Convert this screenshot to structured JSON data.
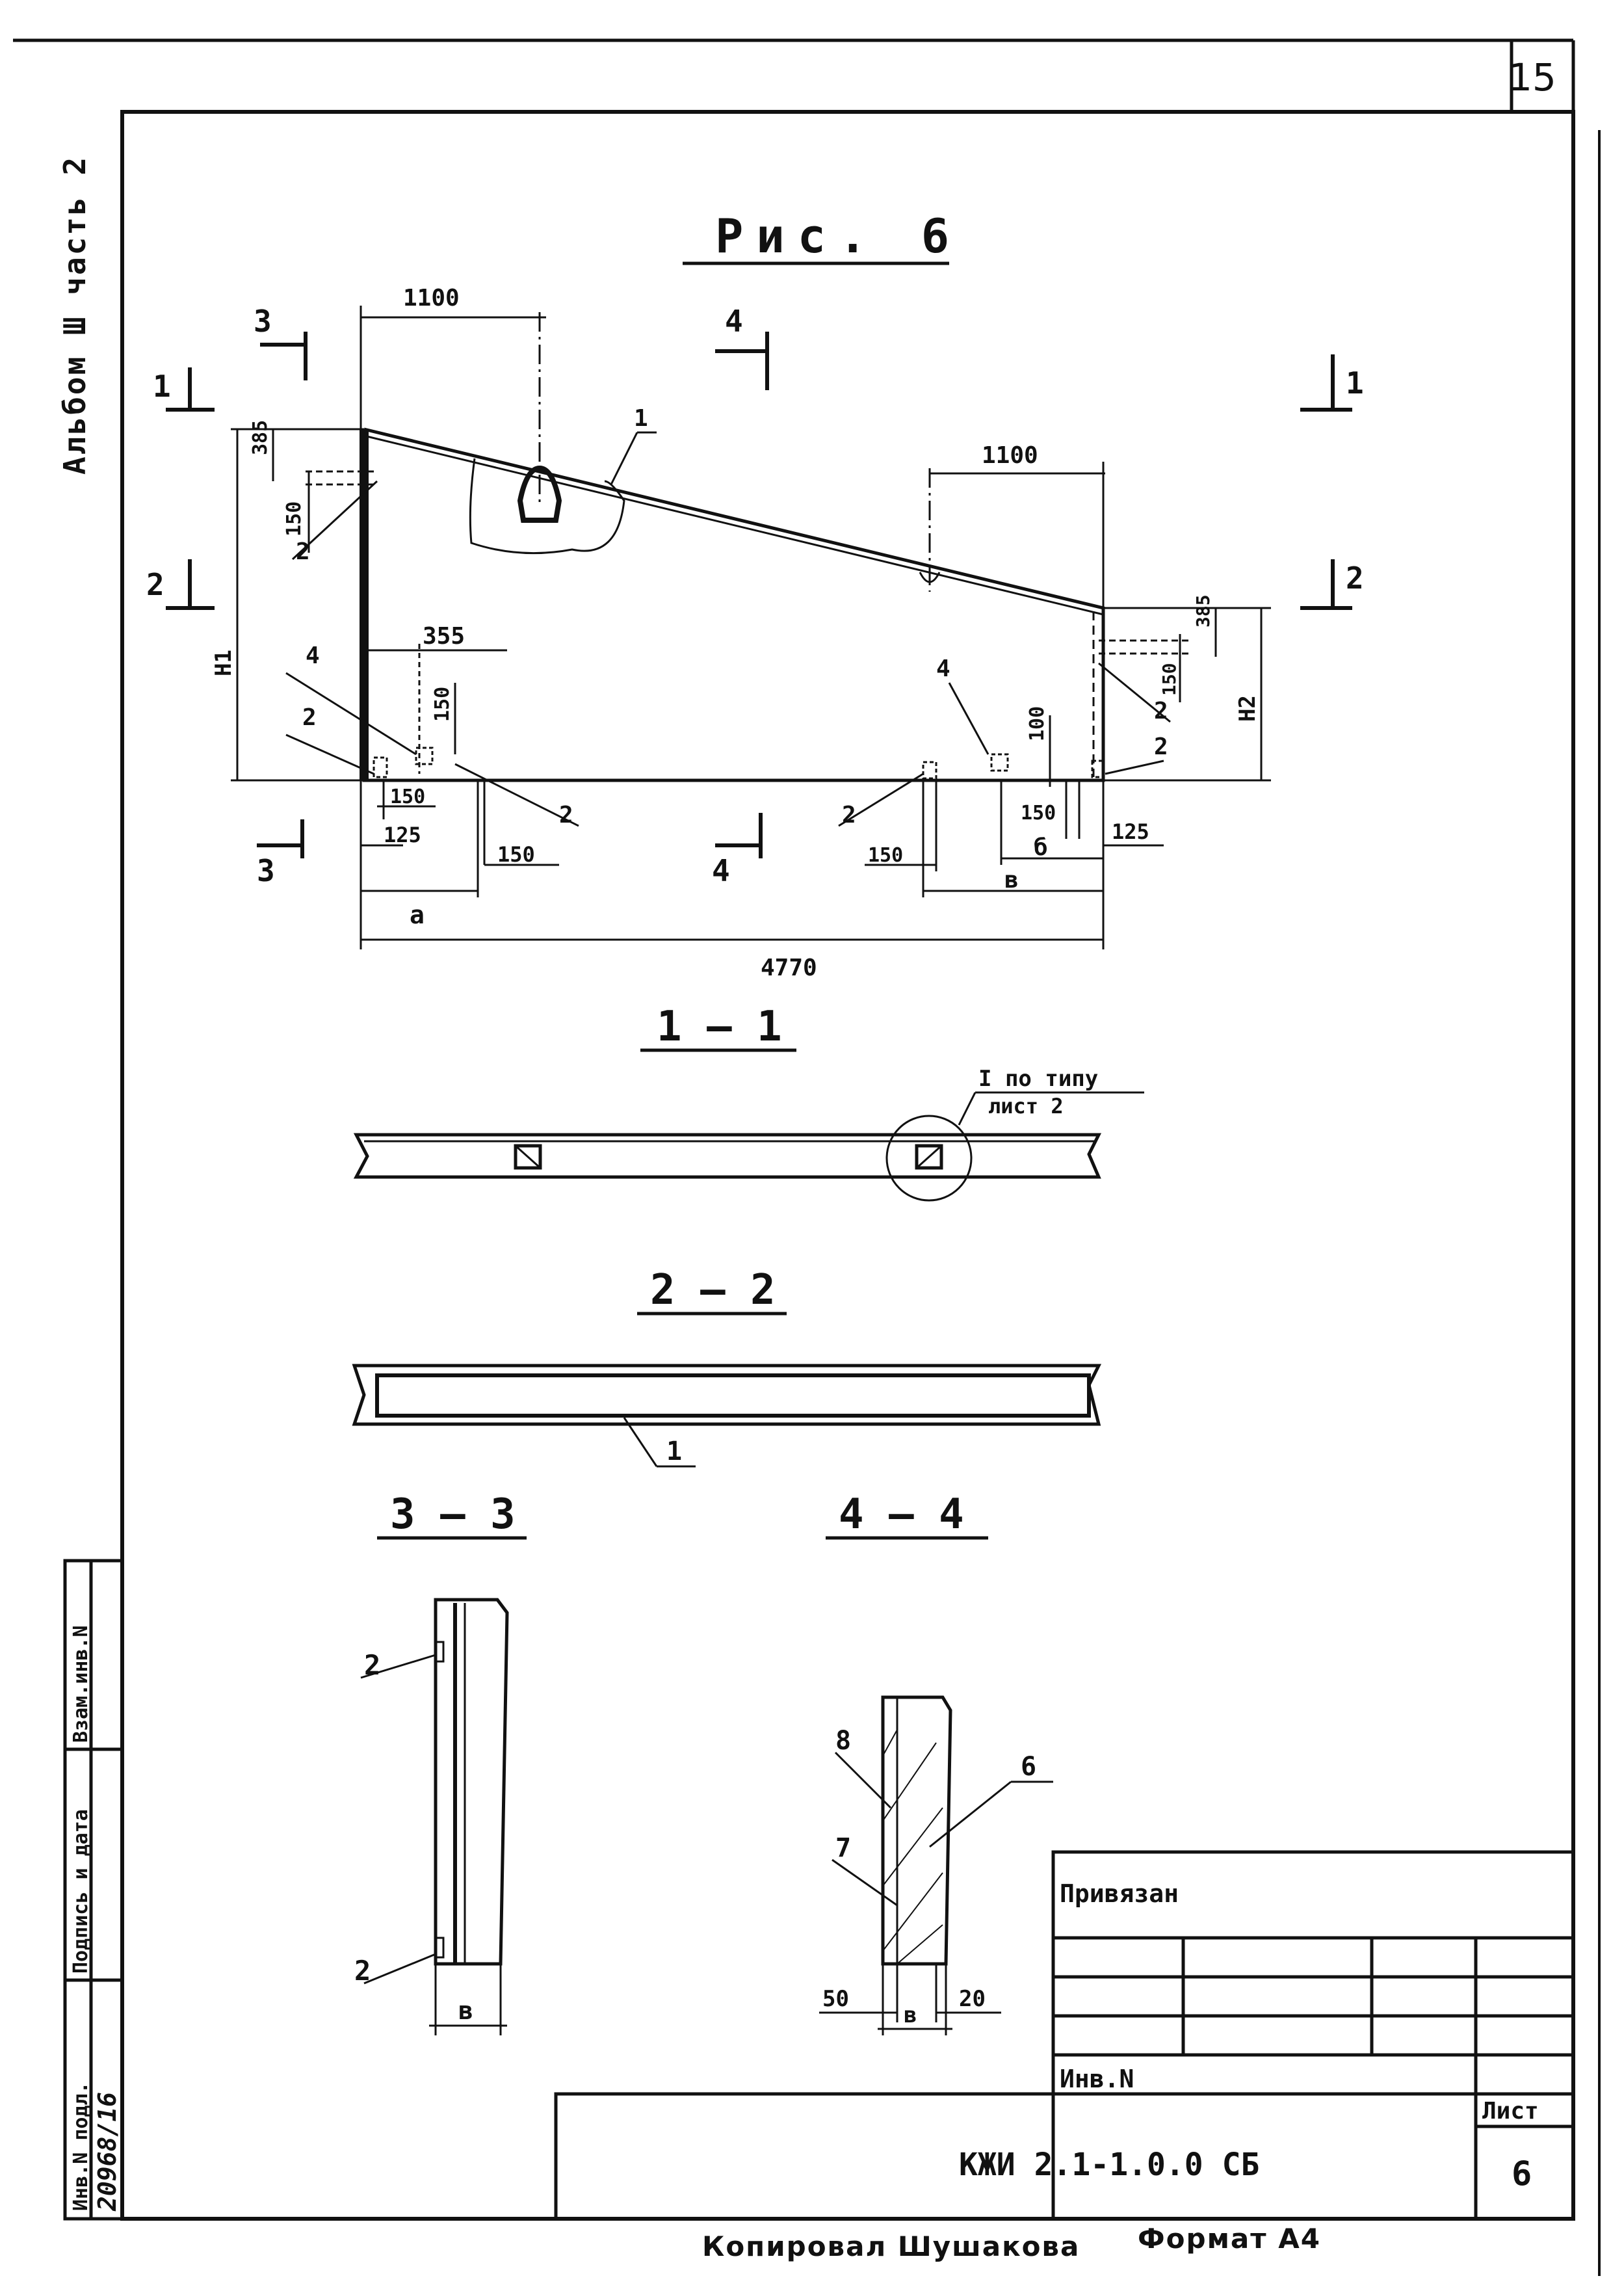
{
  "sheet_corner_number": "15",
  "album_label": "Альбом Ш часть 2",
  "figure_title": "Рис. 6",
  "elevation": {
    "dims": {
      "top_left": "1100",
      "top_right": "1100",
      "left_385": "385",
      "left_150": "150",
      "right_385": "385",
      "right_150": "150",
      "d355": "355",
      "d150_vert": "150",
      "d100": "100",
      "b150_a": "150",
      "b125_a": "125",
      "b150_b": "150",
      "b150_c": "150",
      "b150_d": "150",
      "b125_b": "125",
      "a_label": "a",
      "b_label": "б",
      "v_label": "в",
      "total": "4770",
      "h1": "H1",
      "h2": "H2"
    },
    "callouts": {
      "c1": "1",
      "c2_top": "2",
      "c4_left": "4",
      "c2_left": "2",
      "c2_mid_left": "2",
      "c4_right": "4",
      "c2_right_top": "2",
      "c2_right_bot": "2",
      "c2_mid": "2"
    },
    "section_marks": {
      "s1": "1",
      "s1r": "1",
      "s2": "2",
      "s2r": "2",
      "s3": "3",
      "s3b": "3",
      "s4": "4",
      "s4b": "4"
    }
  },
  "section_1_1": {
    "title": "1 — 1",
    "note_line1": "I по типу",
    "note_line2": "лист 2"
  },
  "section_2_2": {
    "title": "2 — 2",
    "callout": "1"
  },
  "section_3_3": {
    "title": "3 — 3",
    "callout_top": "2",
    "callout_bottom": "2",
    "dim": "в"
  },
  "section_4_4": {
    "title": "4 — 4",
    "c8": "8",
    "c6": "6",
    "c7": "7",
    "d50": "50",
    "d20": "20",
    "dim": "в"
  },
  "stamp": {
    "privyazan": "Привязан",
    "inv_n": "Инв.N",
    "doc_code": "КЖИ 2.1-1.0.0 СБ",
    "list_label": "Лист",
    "list_value": "6"
  },
  "left_strip": {
    "inv_podl": "Инв.N подл.",
    "podpis_data": "Подпись и дата",
    "vzam_inv": "Взам.инв.N",
    "inv_number": "20968/16"
  },
  "footer": {
    "copied_by": "Копировал Шушакова",
    "format": "Формат А4"
  }
}
